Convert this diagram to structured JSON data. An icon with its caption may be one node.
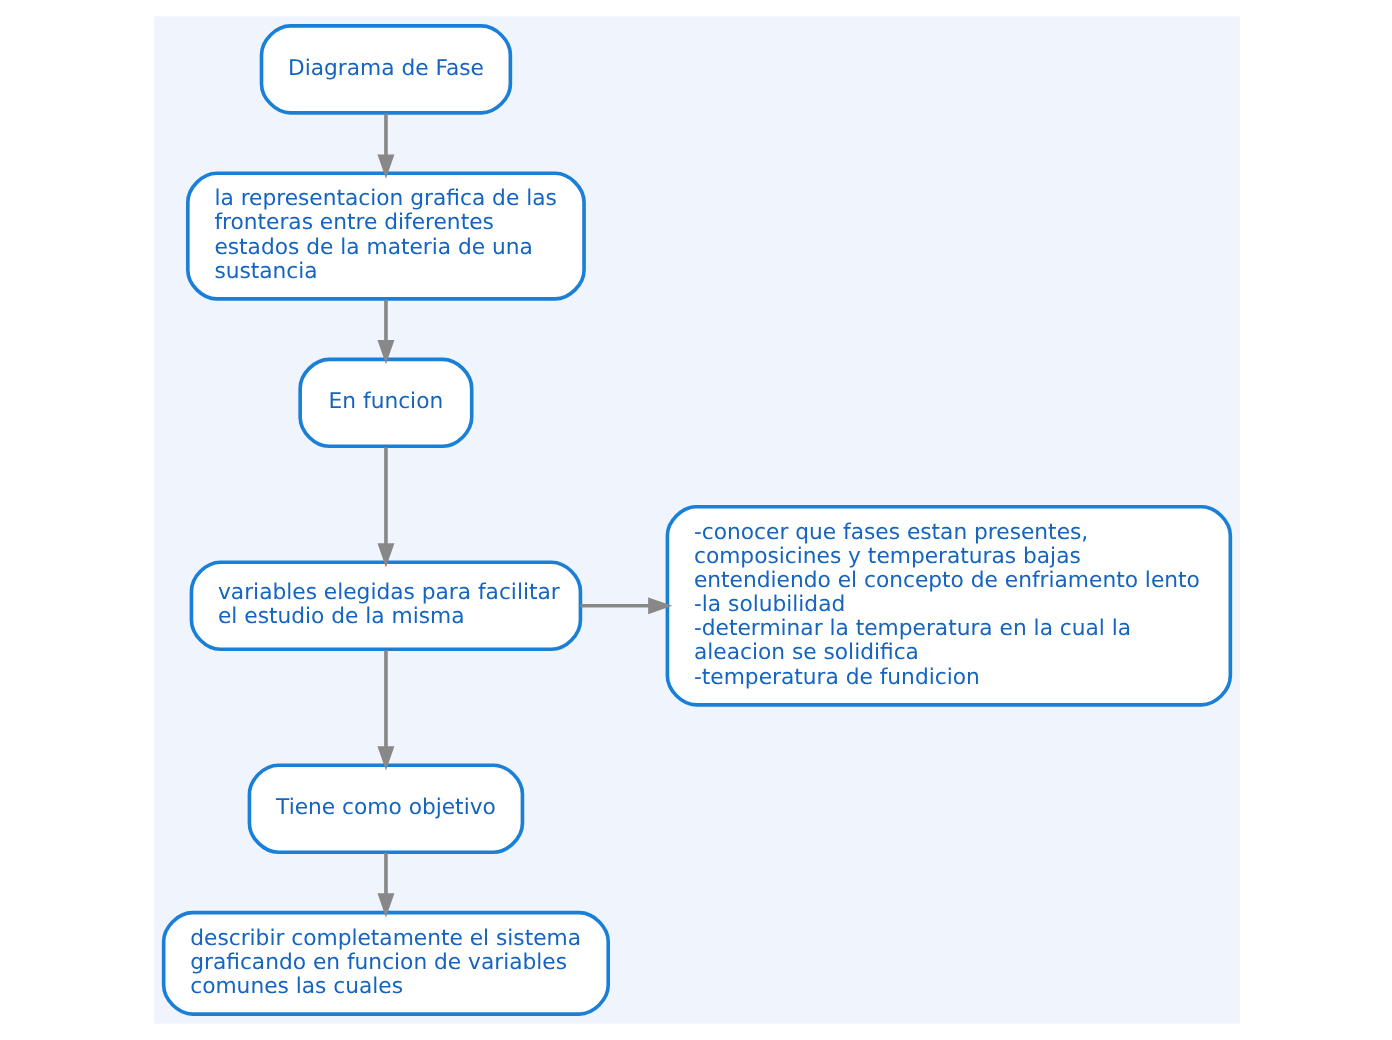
{
  "diagram": {
    "nodes": [
      {
        "text": [
          "Diagrama de Fase"
        ]
      },
      {
        "text": [
          "la representacion grafica de las fronteras entre diferentes estados de la materia de una sustancia"
        ]
      },
      {
        "text": [
          "En funcion"
        ]
      },
      {
        "text": [
          "variables elegidas para facilitar el estudio de la misma"
        ]
      },
      {
        "text": [
          "-conocer que fases estan presentes, composicines y temperaturas bajas entendiendo el concepto de enfriamento lento",
          "-la solubilidad",
          "-determinar la temperatura en la cual la aleacion se solidifica",
          "-temperatura de fundicion"
        ]
      },
      {
        "text": [
          "Tiene como objetivo"
        ]
      },
      {
        "text": [
          "describir completamente el sistema graficando en funcion de variables comunes las cuales"
        ]
      }
    ],
    "edges": [
      {
        "from": 0,
        "to": 1,
        "arrow": "to"
      },
      {
        "from": 1,
        "to": 2,
        "arrow": "to"
      },
      {
        "from": 2,
        "to": 3,
        "arrow": "to"
      },
      {
        "from": 3,
        "to": 4,
        "arrow": "to"
      },
      {
        "from": 3,
        "to": 5,
        "arrow": "to"
      },
      {
        "from": 5,
        "to": 6,
        "arrow": "to"
      }
    ]
  }
}
